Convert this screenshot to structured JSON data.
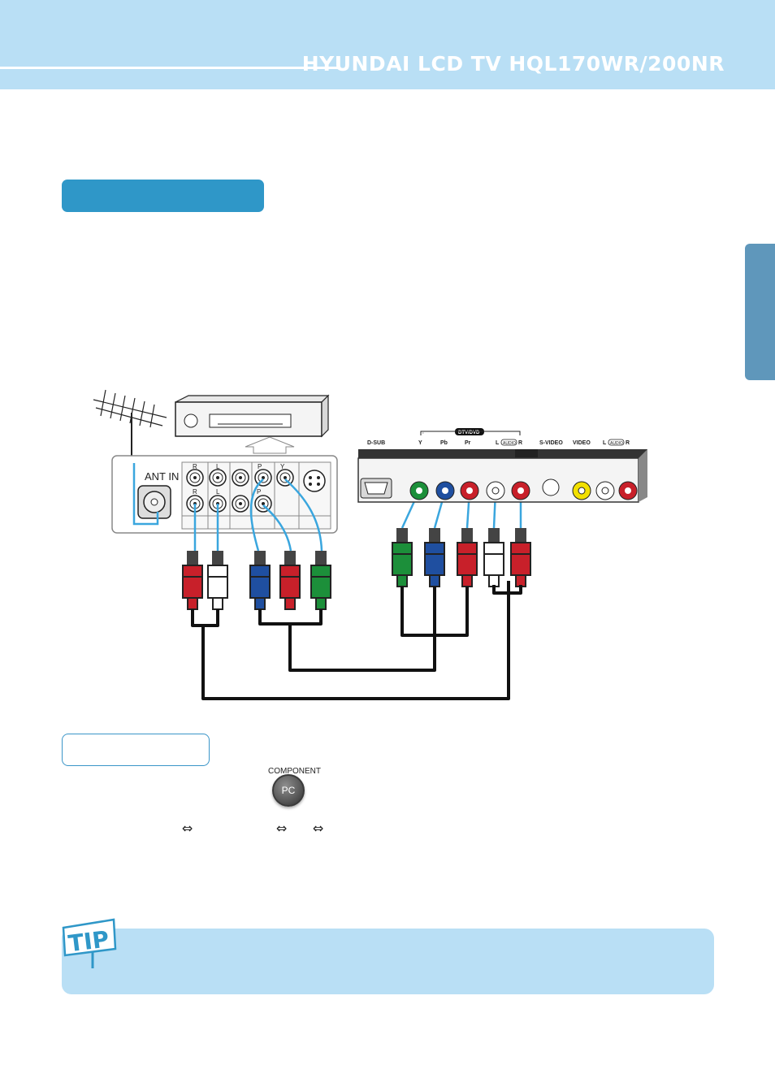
{
  "header": {
    "title": "HYUNDAI LCD TV HQL170WR/200NR"
  },
  "vcr": {
    "ant_label": "ANT IN",
    "jack_R": "R",
    "jack_L": "L",
    "jack_Pr": "P",
    "jack_Pb": "P",
    "jack_Y": "Y"
  },
  "tv_panel": {
    "group_label": "DTV/DVD",
    "audio_badge": "AUDIO",
    "labels": [
      "D-SUB",
      "Y",
      "Pb",
      "Pr",
      "L",
      "R",
      "S-VIDEO",
      "VIDEO",
      "L",
      "R"
    ]
  },
  "remote": {
    "caption": "COMPONENT",
    "button": "PC"
  },
  "tip": {
    "badge": "TIP"
  },
  "icons": {
    "swap": "double-arrow-icon"
  },
  "colors": {
    "header": "#b9dff5",
    "accent": "#2f97c8",
    "side_tab": "#5f97bb",
    "cable_blue": "#3aa6de",
    "plug_red": "#c8202a",
    "plug_green": "#1c8f3a",
    "plug_blue": "#1f4fa0"
  }
}
